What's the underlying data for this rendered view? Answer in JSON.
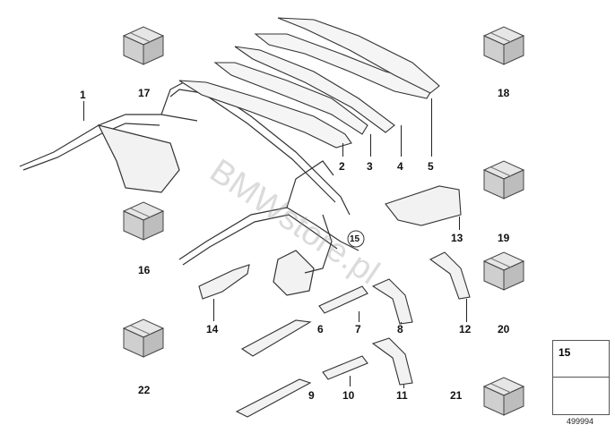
{
  "diagram": {
    "diagram_id": "499994",
    "watermark": "BMWstore.pl",
    "legend_part_number": "15",
    "callouts": [
      "1",
      "2",
      "3",
      "4",
      "5",
      "6",
      "7",
      "8",
      "9",
      "10",
      "11",
      "12",
      "13",
      "14",
      "15",
      "16",
      "17",
      "18",
      "19",
      "20",
      "21",
      "22"
    ],
    "part_boxes": [
      "16",
      "17",
      "18",
      "19",
      "20",
      "21",
      "22"
    ]
  }
}
